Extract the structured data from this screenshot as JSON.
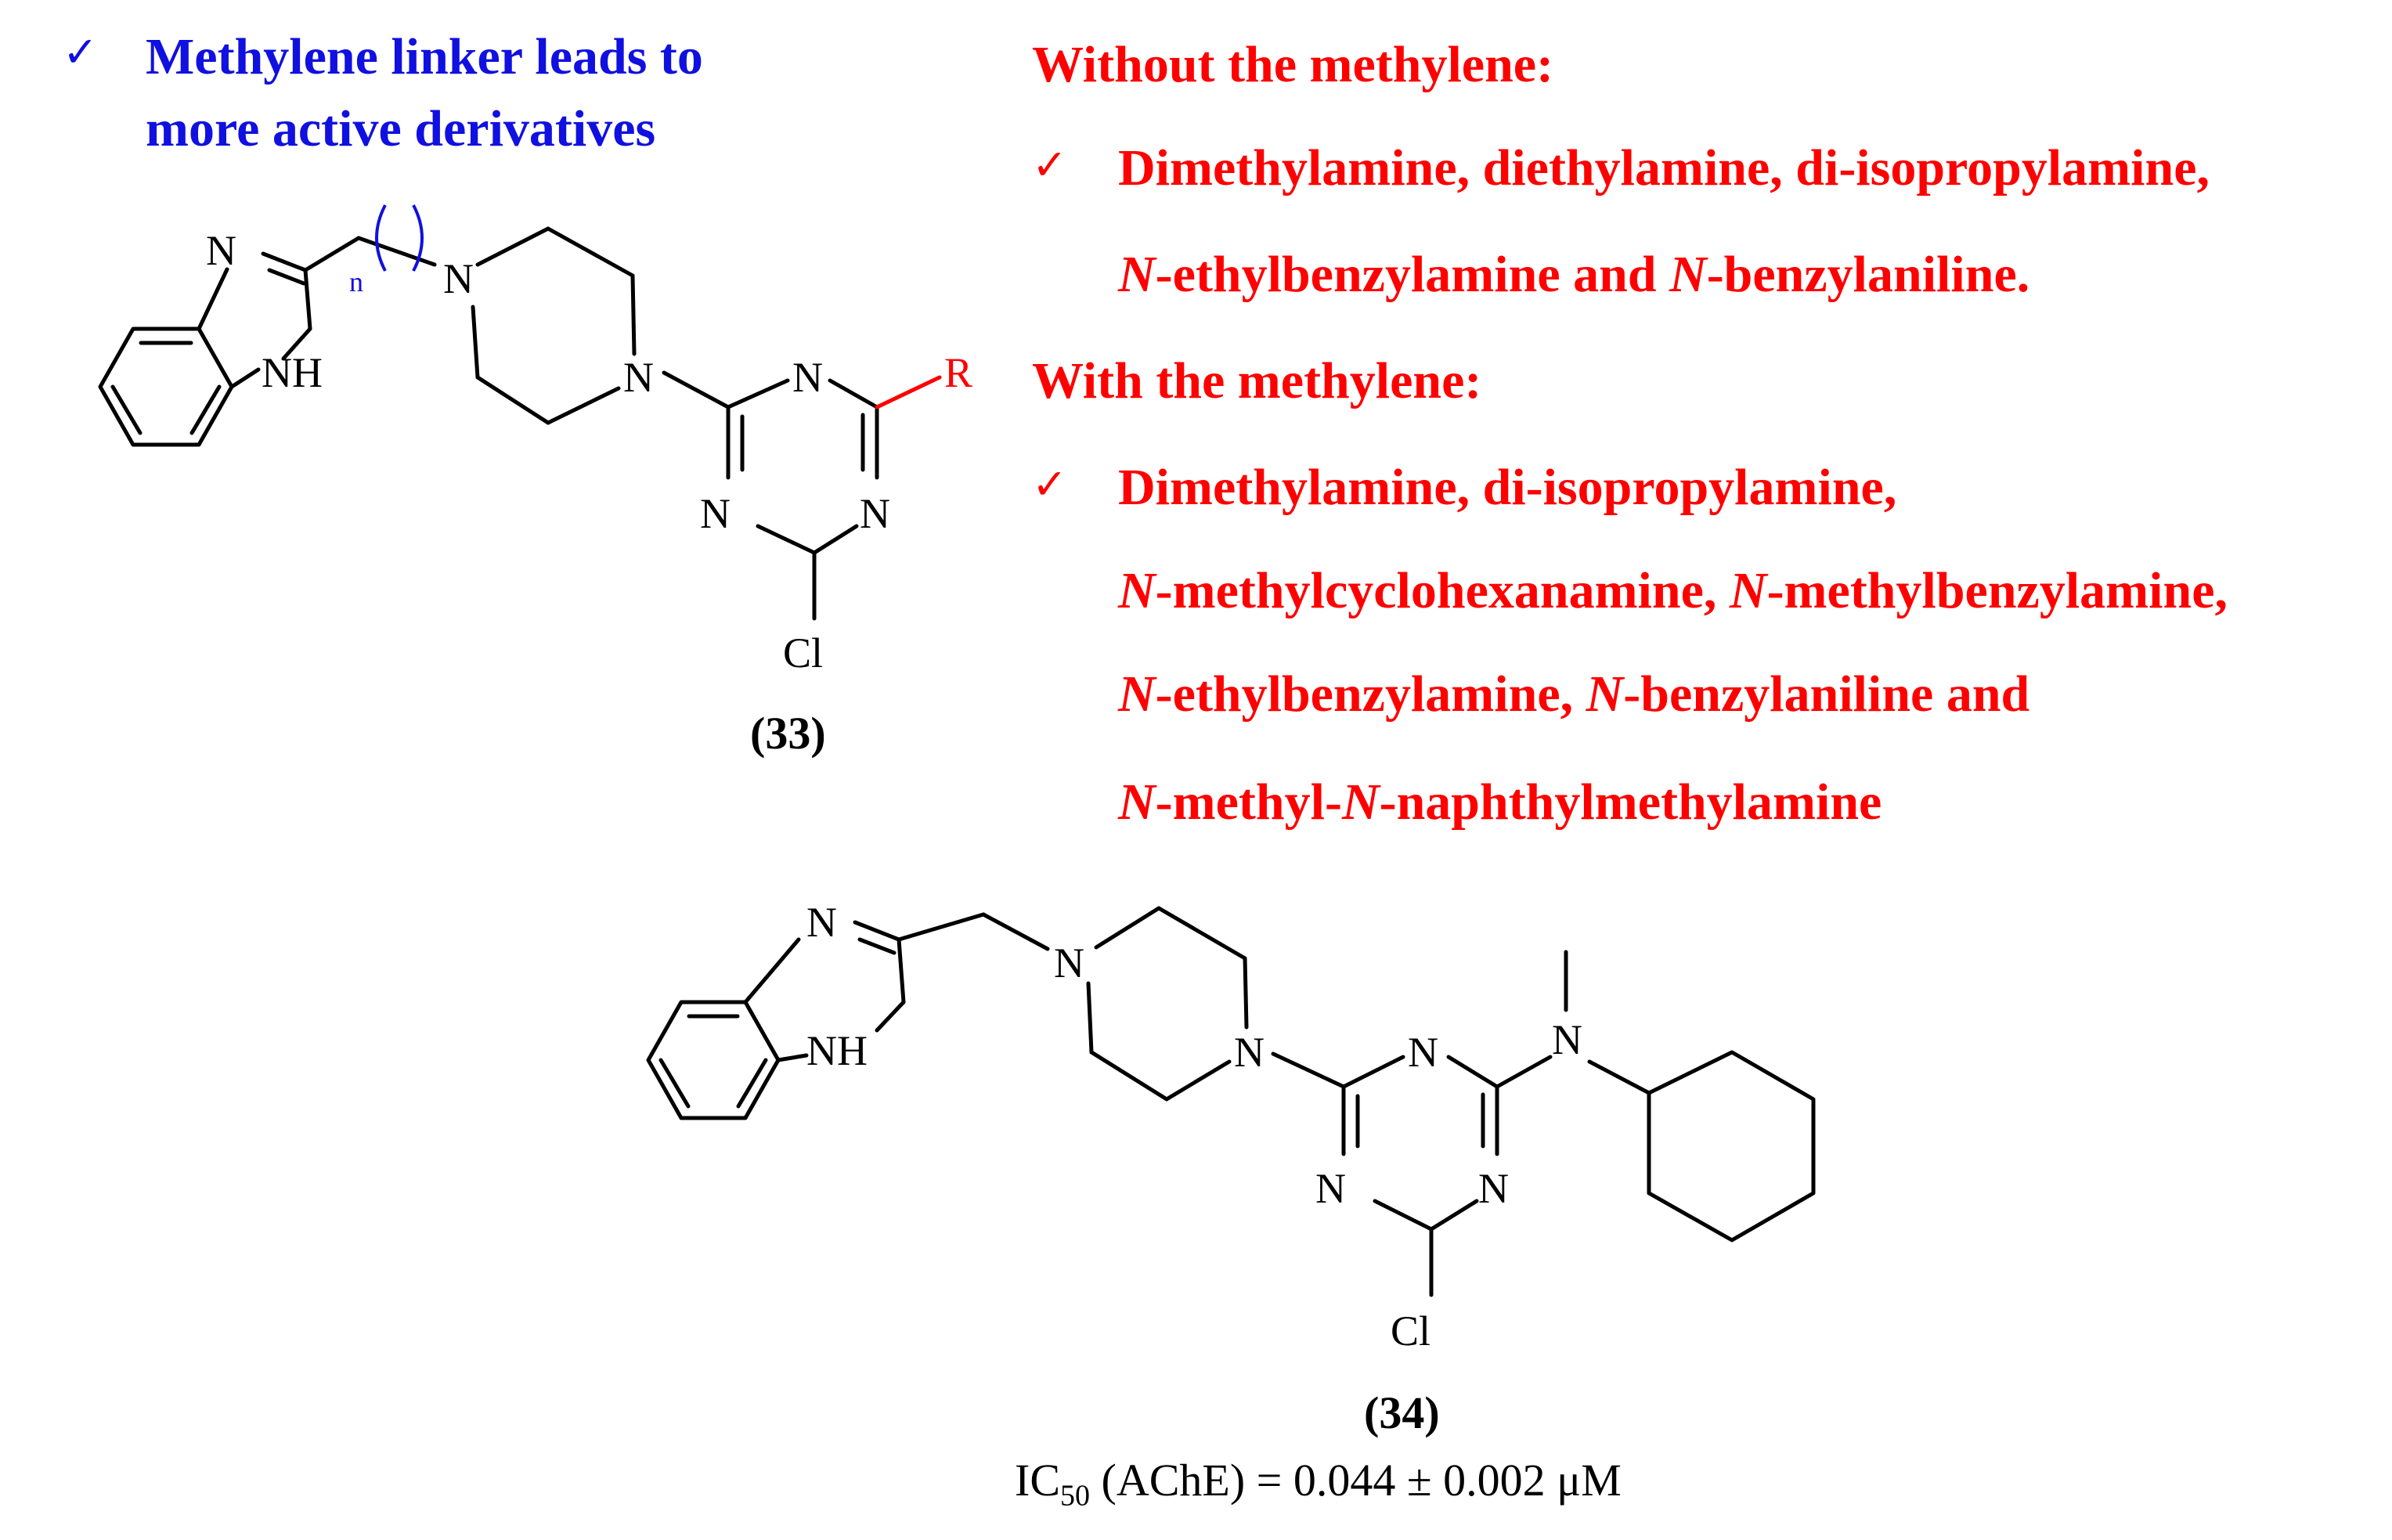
{
  "left_note": {
    "check": "✓",
    "line1": "Methylene linker leads to",
    "line2": "more active derivatives"
  },
  "without": {
    "heading": "Without the methylene:",
    "check": "✓",
    "line1": "Dimethylamine, diethylamine, di-isopropylamine,",
    "line2_italic1": "N",
    "line2_part1": "-ethylbenzylamine and ",
    "line2_italic2": "N",
    "line2_part2": "-benzylaniline."
  },
  "with": {
    "heading": "With the methylene:",
    "check": "✓",
    "line1": "Dimethylamine, di-isopropylamine,",
    "line2_i1": "N",
    "line2_p1": "-methylcyclohexanamine, ",
    "line2_i2": "N",
    "line2_p2": "-methylbenzylamine,",
    "line3_i1": "N",
    "line3_p1": "-ethylbenzylamine, ",
    "line3_i2": "N",
    "line3_p2": "-benzylaniline and",
    "line4_i1": "N",
    "line4_p1": "-methyl-",
    "line4_i2": "N",
    "line4_p2": "-naphthylmethylamine"
  },
  "compound33": {
    "label": "(33)",
    "atoms": {
      "N_imine": "N",
      "NH": "NH",
      "n": "n",
      "N_pip1": "N",
      "N_pip2": "N",
      "N_tri1": "N",
      "N_tri2": "N",
      "N_tri3": "N",
      "R": "R",
      "Cl": "Cl"
    }
  },
  "compound34": {
    "label": "(34)",
    "atoms": {
      "N_imine": "N",
      "NH": "NH",
      "N_pip1": "N",
      "N_pip2": "N",
      "N_tri1": "N",
      "N_tri2": "N",
      "N_tri3": "N",
      "N_amine": "N",
      "Cl": "Cl"
    },
    "ic50_prefix": "IC",
    "ic50_sub": "50",
    "ic50_rest": " (AChE) = 0.044 ± 0.002 μM"
  },
  "colors": {
    "blue": "#1010e0",
    "red": "#ff0000"
  }
}
